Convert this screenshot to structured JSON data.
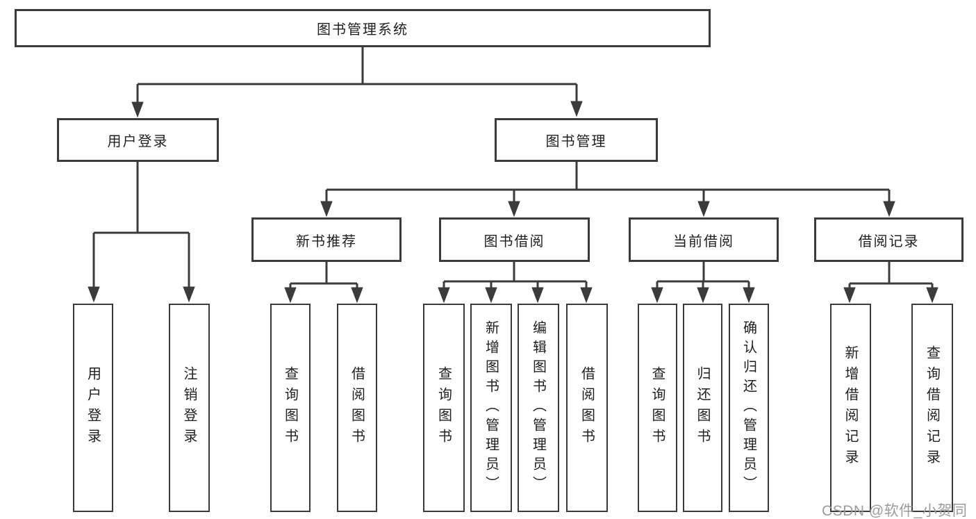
{
  "tree": {
    "root": "图书管理系统",
    "user_login": {
      "label": "用户登录",
      "children": [
        "用户登录",
        "注销登录"
      ]
    },
    "book_mgmt": {
      "label": "图书管理",
      "sections": [
        {
          "label": "新书推荐",
          "children": [
            "查询图书",
            "借阅图书"
          ]
        },
        {
          "label": "图书借阅",
          "children": [
            "查询图书",
            "新增图书（管理员）",
            "编辑图书（管理员）",
            "借阅图书"
          ]
        },
        {
          "label": "当前借阅",
          "children": [
            "查询图书",
            "归还图书",
            "确认归还（管理员）"
          ]
        },
        {
          "label": "借阅记录",
          "children": [
            "新增借阅记录",
            "查询借阅记录"
          ]
        }
      ]
    }
  },
  "watermark": {
    "text": "CSDN @软件_小贺同学"
  },
  "colors": {
    "line": "#3b3b3b",
    "box_border": "#3b3b3b",
    "text": "#1f1f1f",
    "watermark": "#9b9b9b",
    "background": "#ffffff"
  }
}
